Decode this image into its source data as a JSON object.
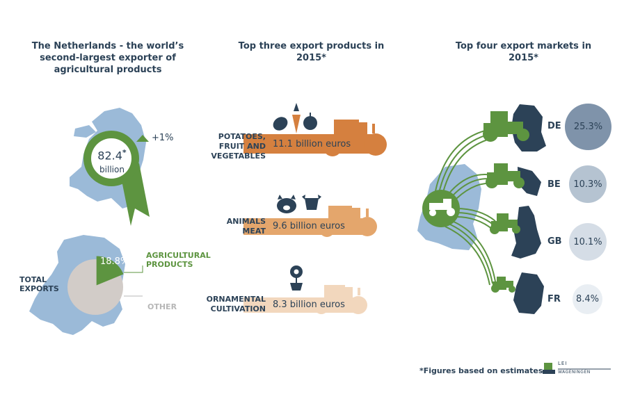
{
  "section1": {
    "title": "The Netherlands - the world’s second-largest exporter of agricultural products",
    "badge_value": "82.4",
    "badge_star": "*",
    "badge_unit": "billion",
    "growth": "+1%",
    "total_exports_label": "TOTAL EXPORTS",
    "agri_pct": "18.8%*",
    "agri_label": "AGRICULTURAL PRODUCTS",
    "other_label": "OTHER",
    "agri_share": 18.8
  },
  "section2": {
    "title": "Top three export products in 2015*",
    "products": [
      {
        "label": "POTATOES, FRUIT AND VEGETABLES",
        "value": "11.1 billion euros",
        "color": "#d5803f"
      },
      {
        "label": "ANIMALS MEAT",
        "value": "9.6 billion euros",
        "color": "#e4a66c"
      },
      {
        "label": "ORNAMENTAL CULTIVATION",
        "value": "8.3 billion euros",
        "color": "#f2d7bd"
      }
    ]
  },
  "section3": {
    "title": "Top four export markets in 2015*",
    "markets": [
      {
        "code": "DE",
        "pct": "25.3%",
        "color": "#7f93aa"
      },
      {
        "code": "BE",
        "pct": "10.3%",
        "color": "#b5c3d1"
      },
      {
        "code": "GB",
        "pct": "10.1%",
        "color": "#d5dde6"
      },
      {
        "code": "FR",
        "pct": "8.4%",
        "color": "#e9eef3"
      }
    ]
  },
  "footer": {
    "note": "*Figures based on estimates",
    "logo_text_top": "LEI",
    "logo_text_bottom": "WAGENINGEN"
  },
  "colors": {
    "navy": "#2c4257",
    "green": "#5d9440",
    "light_blue": "#9bbad8",
    "grey": "#d0c8c4"
  }
}
